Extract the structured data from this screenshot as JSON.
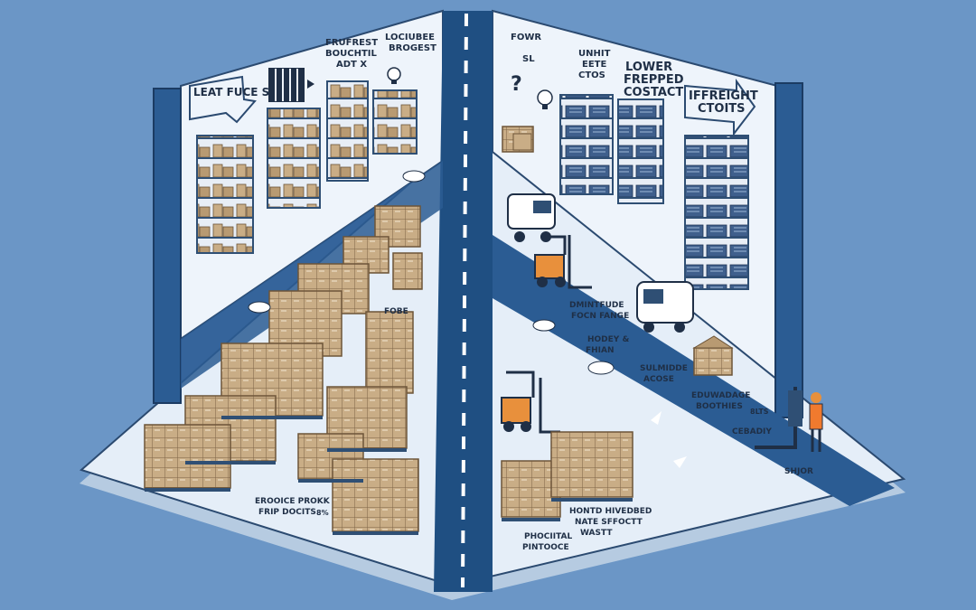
{
  "colors": {
    "background": "#6b96c6",
    "floor": "#dfeaf5",
    "floor_edge": "#b6cbe1",
    "aisle": "#1f4f82",
    "aisle_dash": "#ffffff",
    "wall": "#eef4fb",
    "pillar": "#2b5c93",
    "shelf": "#2f4f74",
    "box": "#c9ad86",
    "box_dark": "#9c7e58",
    "forklift": "#e8903c",
    "vest": "#f07a2e",
    "truck": "#ffffff",
    "ink": "#1f2f46"
  },
  "left_side": {
    "signs": {
      "arrow_sign": "LEAT FUCE\nSHFST",
      "banner_1": "FRUFREST\nBOUCHTIL\nADT X",
      "banner_2": "LOCIUBEE\nBROGEST"
    },
    "floor_labels": {
      "label_a": "FOBE",
      "label_b": "EROOICE PROKK\nFRIP DOCITS",
      "label_b_small": "8%"
    }
  },
  "right_side": {
    "signs": {
      "corner_sign": "FOWR\nSL",
      "sign_1": "UNHIT\nEETE\nCTOS",
      "sign_2": "LOWER\nFREPPED\nCOSTACT",
      "arrow_sign": "IFFREIGHT\nCTOITS"
    },
    "floor_labels": {
      "label_1": "DMINTFUDE\nFOCN FANGE",
      "label_2": "HODEY &\nFHIAN",
      "label_3": "SULMIDDE\nACOSE",
      "label_4": "EDUWADAGE\nBOOTHIES",
      "label_4_small": "8LTS",
      "label_5": "CEBADIY",
      "label_6": "SHJOR",
      "label_7": "HONTD HIVEDBED\nNATE SFFOCTT\nWASTT",
      "label_8": "PHOCIITAL\nPINTOOCE"
    }
  },
  "icons": [
    "question-mark-icon",
    "lightbulb-icon",
    "cloud-icon",
    "right-arrow-icon",
    "forklift-icon",
    "delivery-van-icon",
    "worker-icon",
    "pallet-icon",
    "open-box-icon"
  ]
}
